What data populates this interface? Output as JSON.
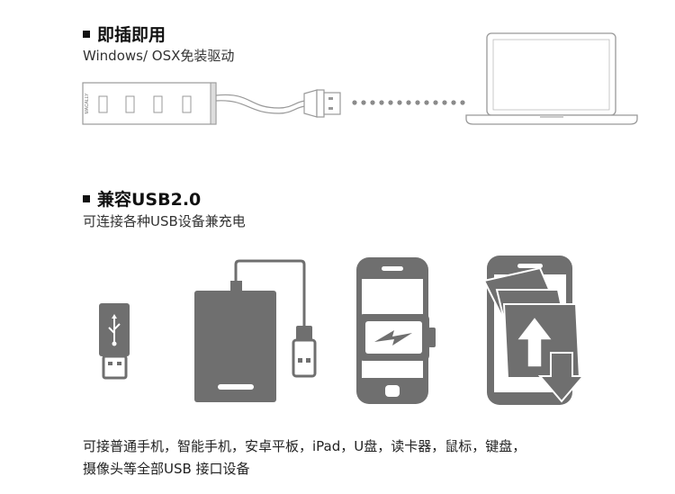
{
  "section1": {
    "title": "即插即用",
    "subtitle": "Windows/ OSX免装驱动",
    "hub_brand": "MACALLY"
  },
  "section2": {
    "title": "兼容USB2.0",
    "subtitle": "可连接各种USB设备兼充电"
  },
  "bottom_text": {
    "line1": "可接普通手机，智能手机，安卓平板，iPad，U盘，读卡器，鼠标，键盘，",
    "line2": "摄像头等全部USB 接口设备"
  },
  "icons": [
    "usb-hub-icon",
    "usb-cable-icon",
    "laptop-icon",
    "usb-flash-drive-icon",
    "external-hard-drive-icon",
    "phone-charging-icon",
    "file-transfer-icon"
  ],
  "colors": {
    "icon_gray": "#6f6f6f",
    "dot_gray": "#8a8a8a",
    "line_gray": "#999999"
  }
}
